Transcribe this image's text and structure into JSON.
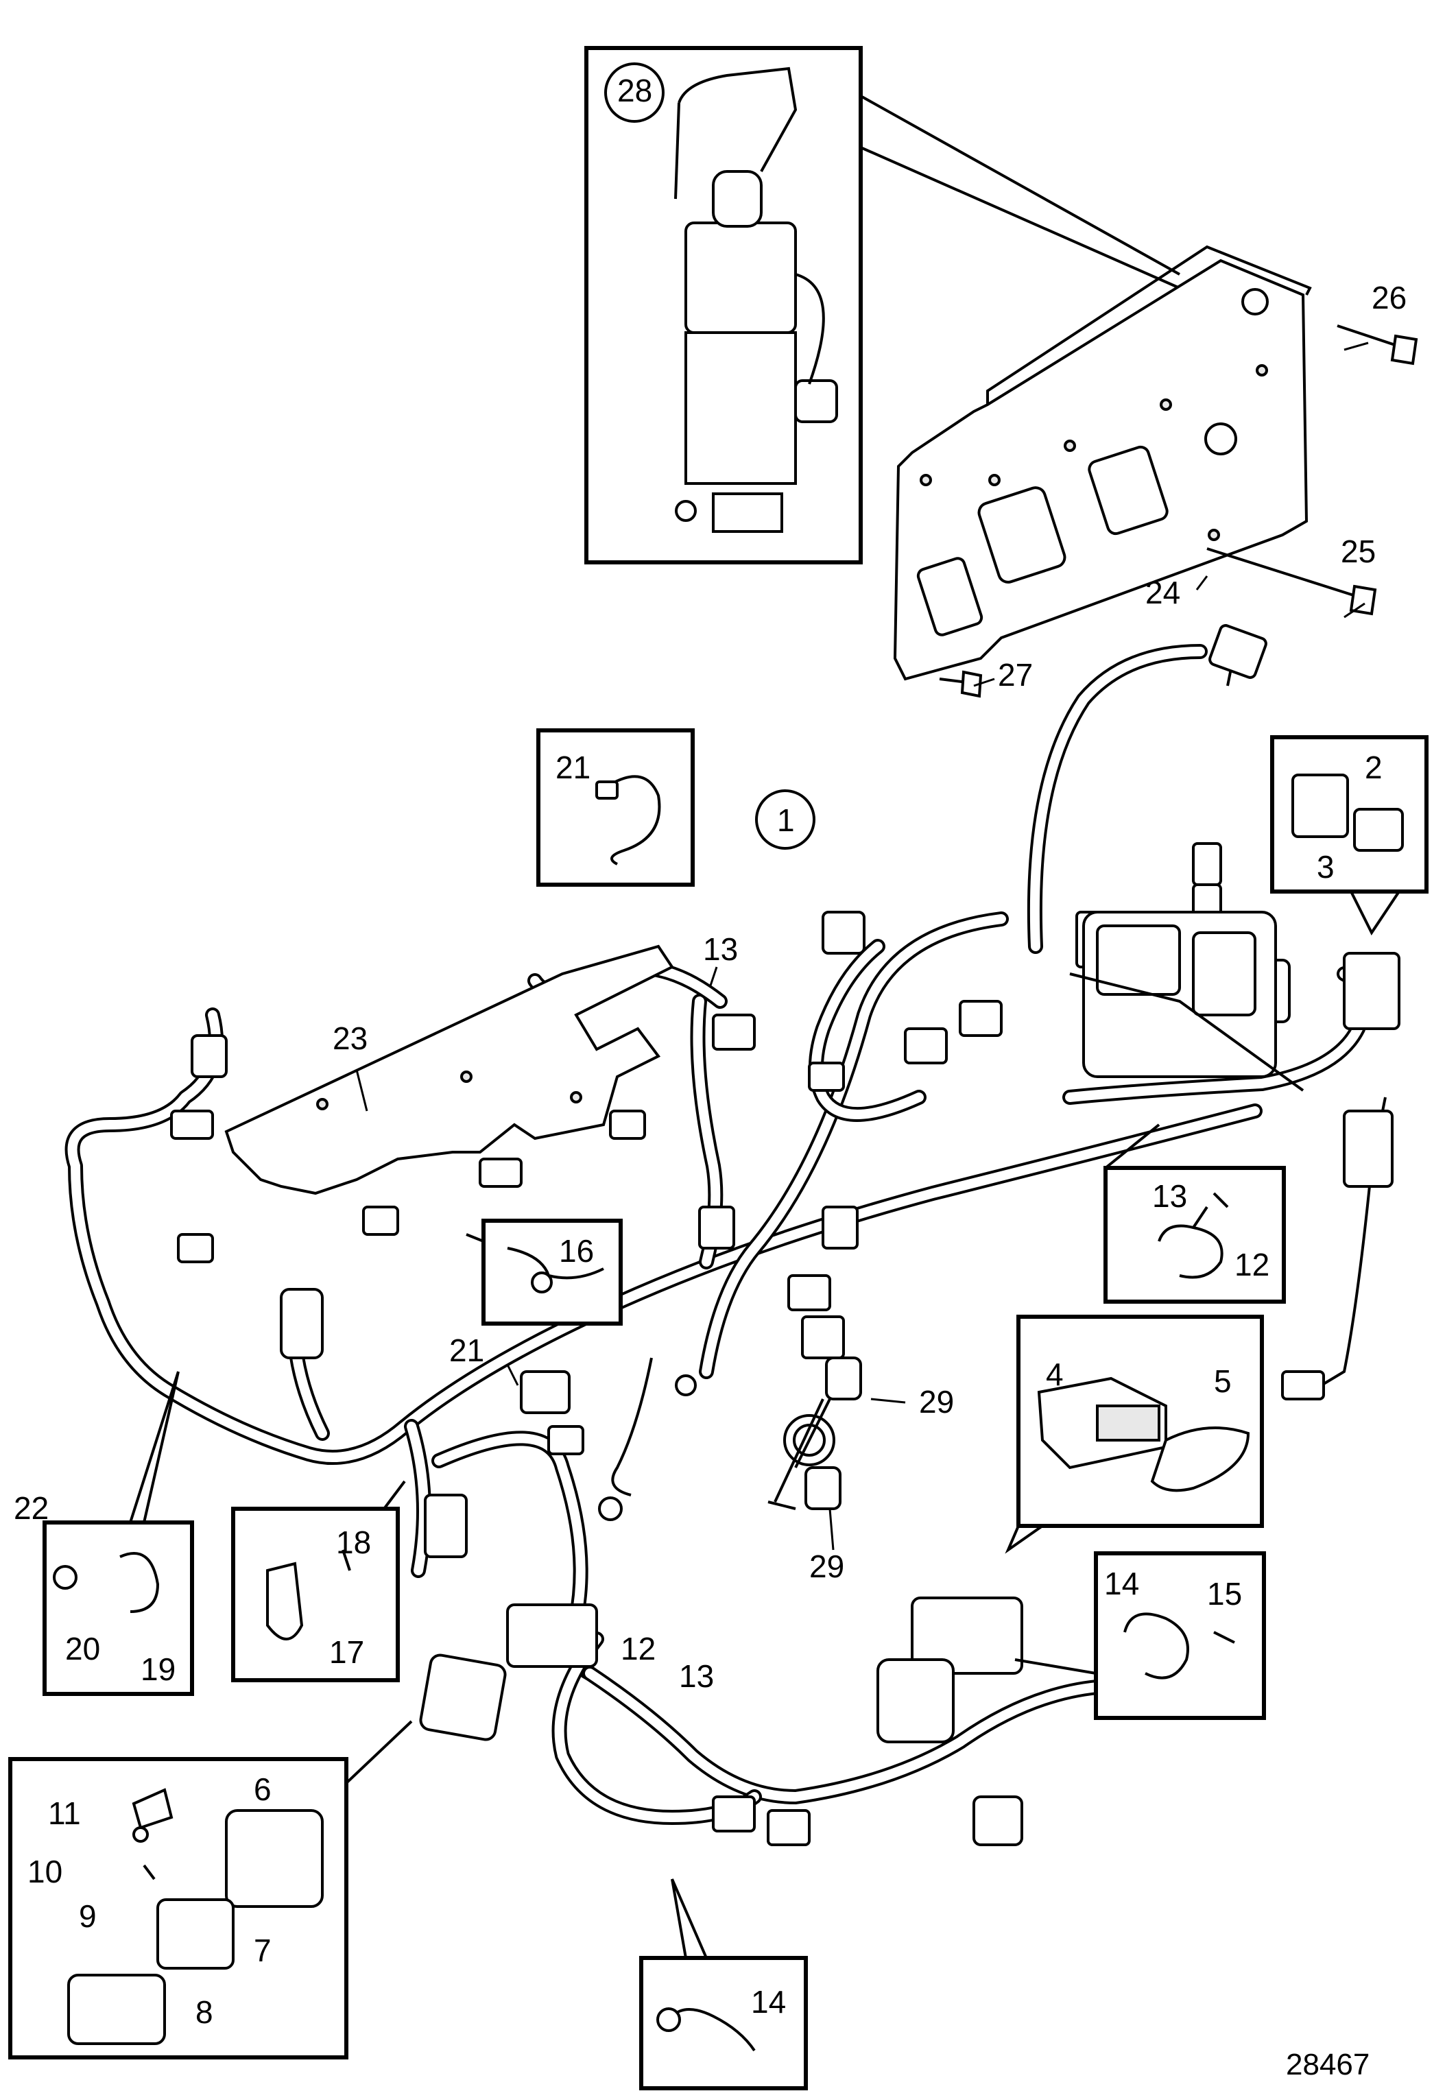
{
  "document_number": "28467",
  "callouts": {
    "c1": "1",
    "c2": "2",
    "c3": "3",
    "c4": "4",
    "c5": "5",
    "c6": "6",
    "c7": "7",
    "c8": "8",
    "c9": "9",
    "c10": "10",
    "c11": "11",
    "c12a": "12",
    "c12b": "12",
    "c13a": "13",
    "c13b": "13",
    "c13c": "13",
    "c14a": "14",
    "c14b": "14",
    "c15": "15",
    "c16": "16",
    "c17": "17",
    "c18": "18",
    "c19": "19",
    "c20": "20",
    "c21a": "21",
    "c21b": "21",
    "c22": "22",
    "c23": "23",
    "c24": "24",
    "c25": "25",
    "c26": "26",
    "c27": "27",
    "c28": "28",
    "c29a": "29",
    "c29b": "29"
  }
}
